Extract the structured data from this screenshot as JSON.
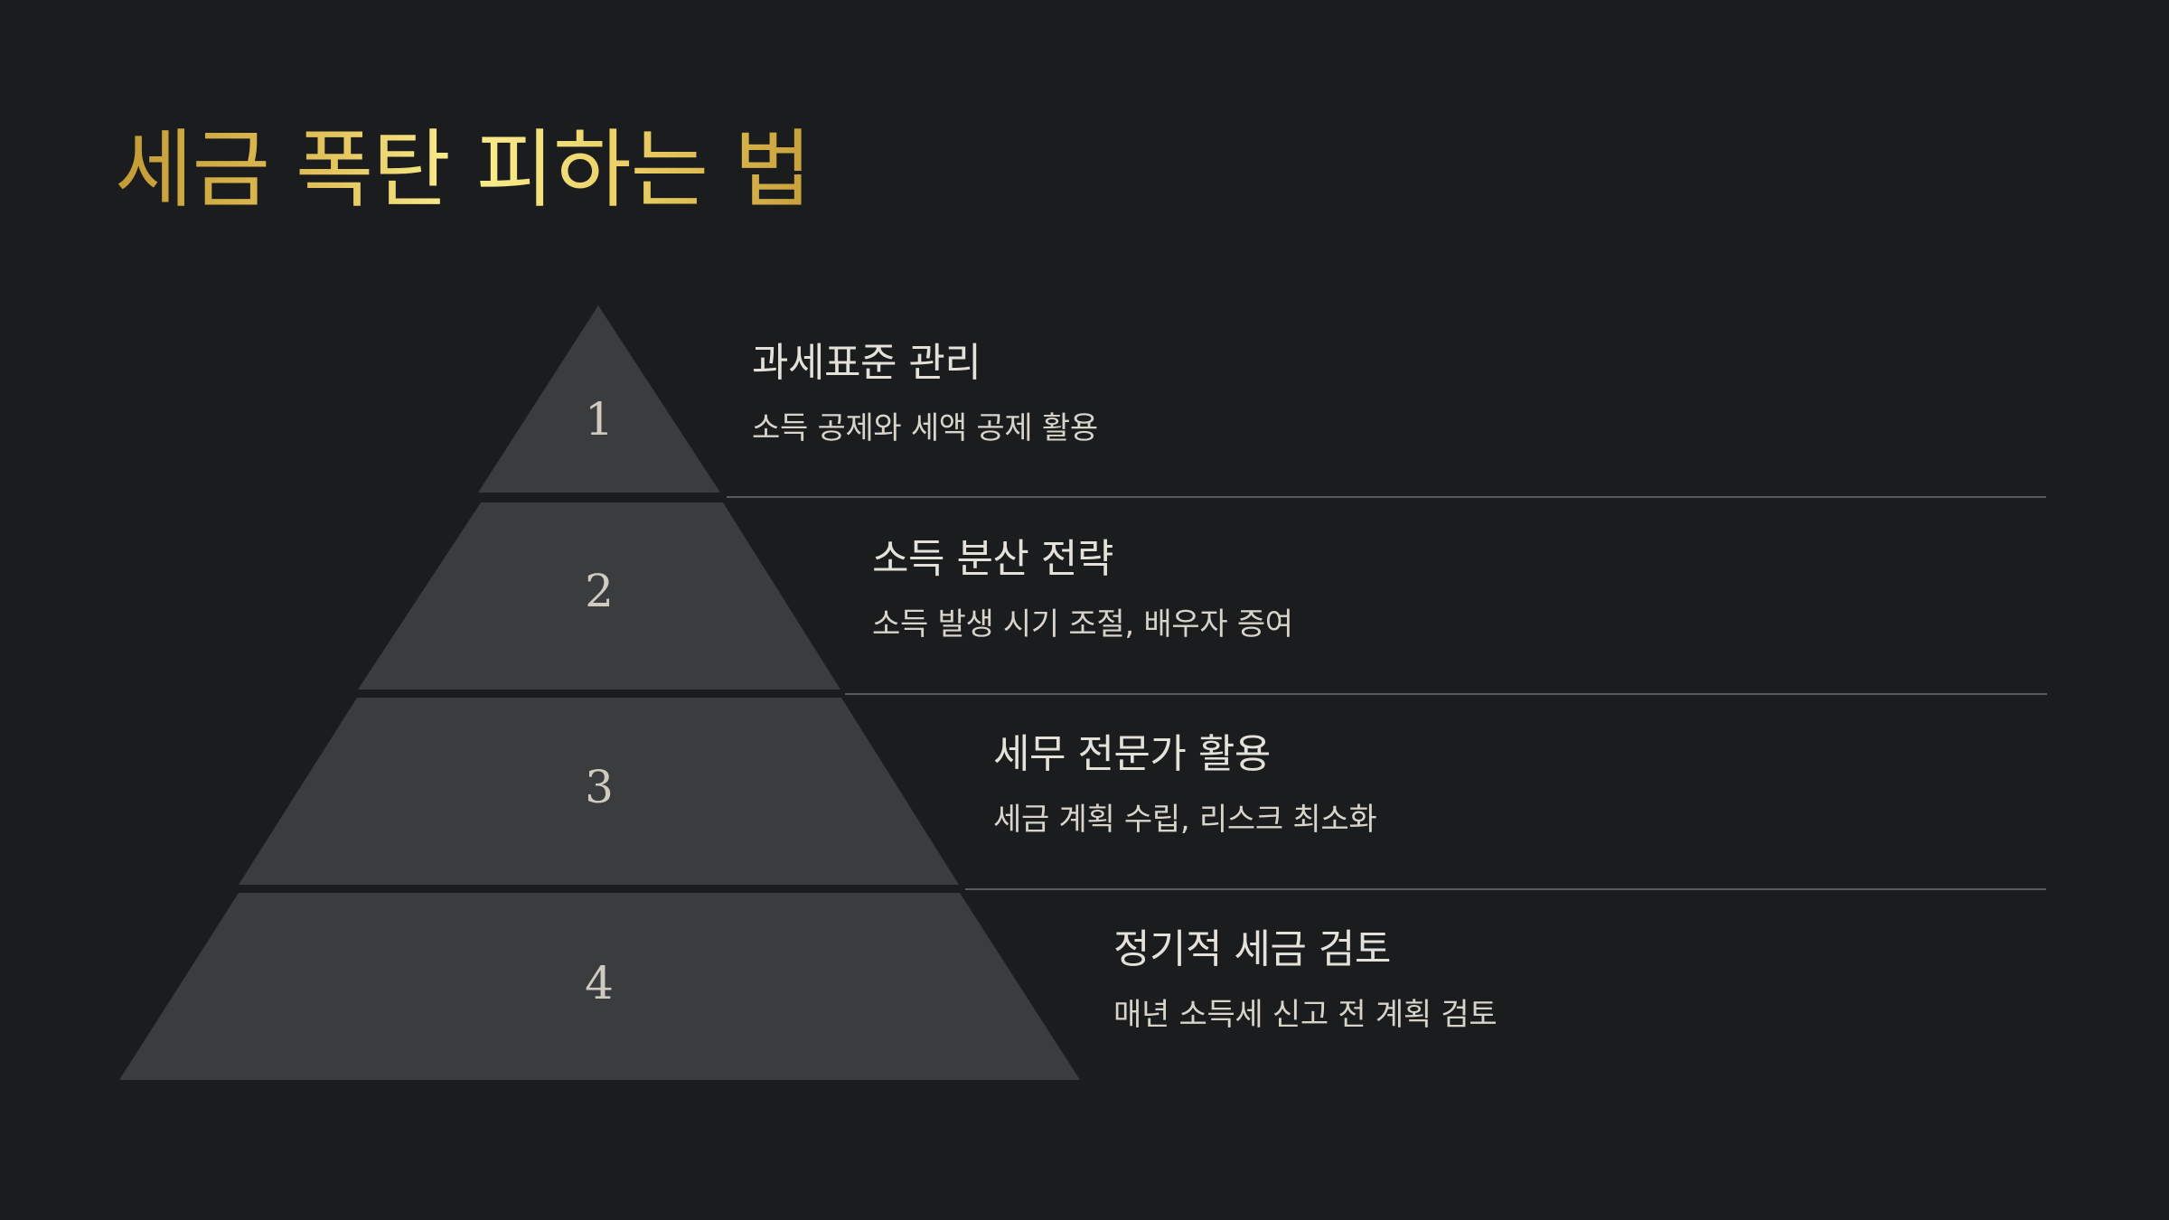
{
  "title": "세금 폭탄 피하는 법",
  "colors": {
    "background": "#1b1c1e",
    "tier_fill": "#3b3c3e",
    "divider": "#5a5b5d",
    "title_gradient": [
      "#c39a33",
      "#fbef91",
      "#c89f3a"
    ],
    "heading_text": "#e4e1da",
    "number_text": "#cfcbc2"
  },
  "tiers": [
    {
      "number": "1",
      "heading": "과세표준 관리",
      "description": "소득 공제와 세액 공제 활용"
    },
    {
      "number": "2",
      "heading": "소득 분산 전략",
      "description": "소득 발생 시기 조절, 배우자 증여"
    },
    {
      "number": "3",
      "heading": "세무 전문가 활용",
      "description": "세금 계획 수립, 리스크 최소화"
    },
    {
      "number": "4",
      "heading": "정기적 세금 검토",
      "description": "매년 소득세 신고 전 계획 검토"
    }
  ]
}
